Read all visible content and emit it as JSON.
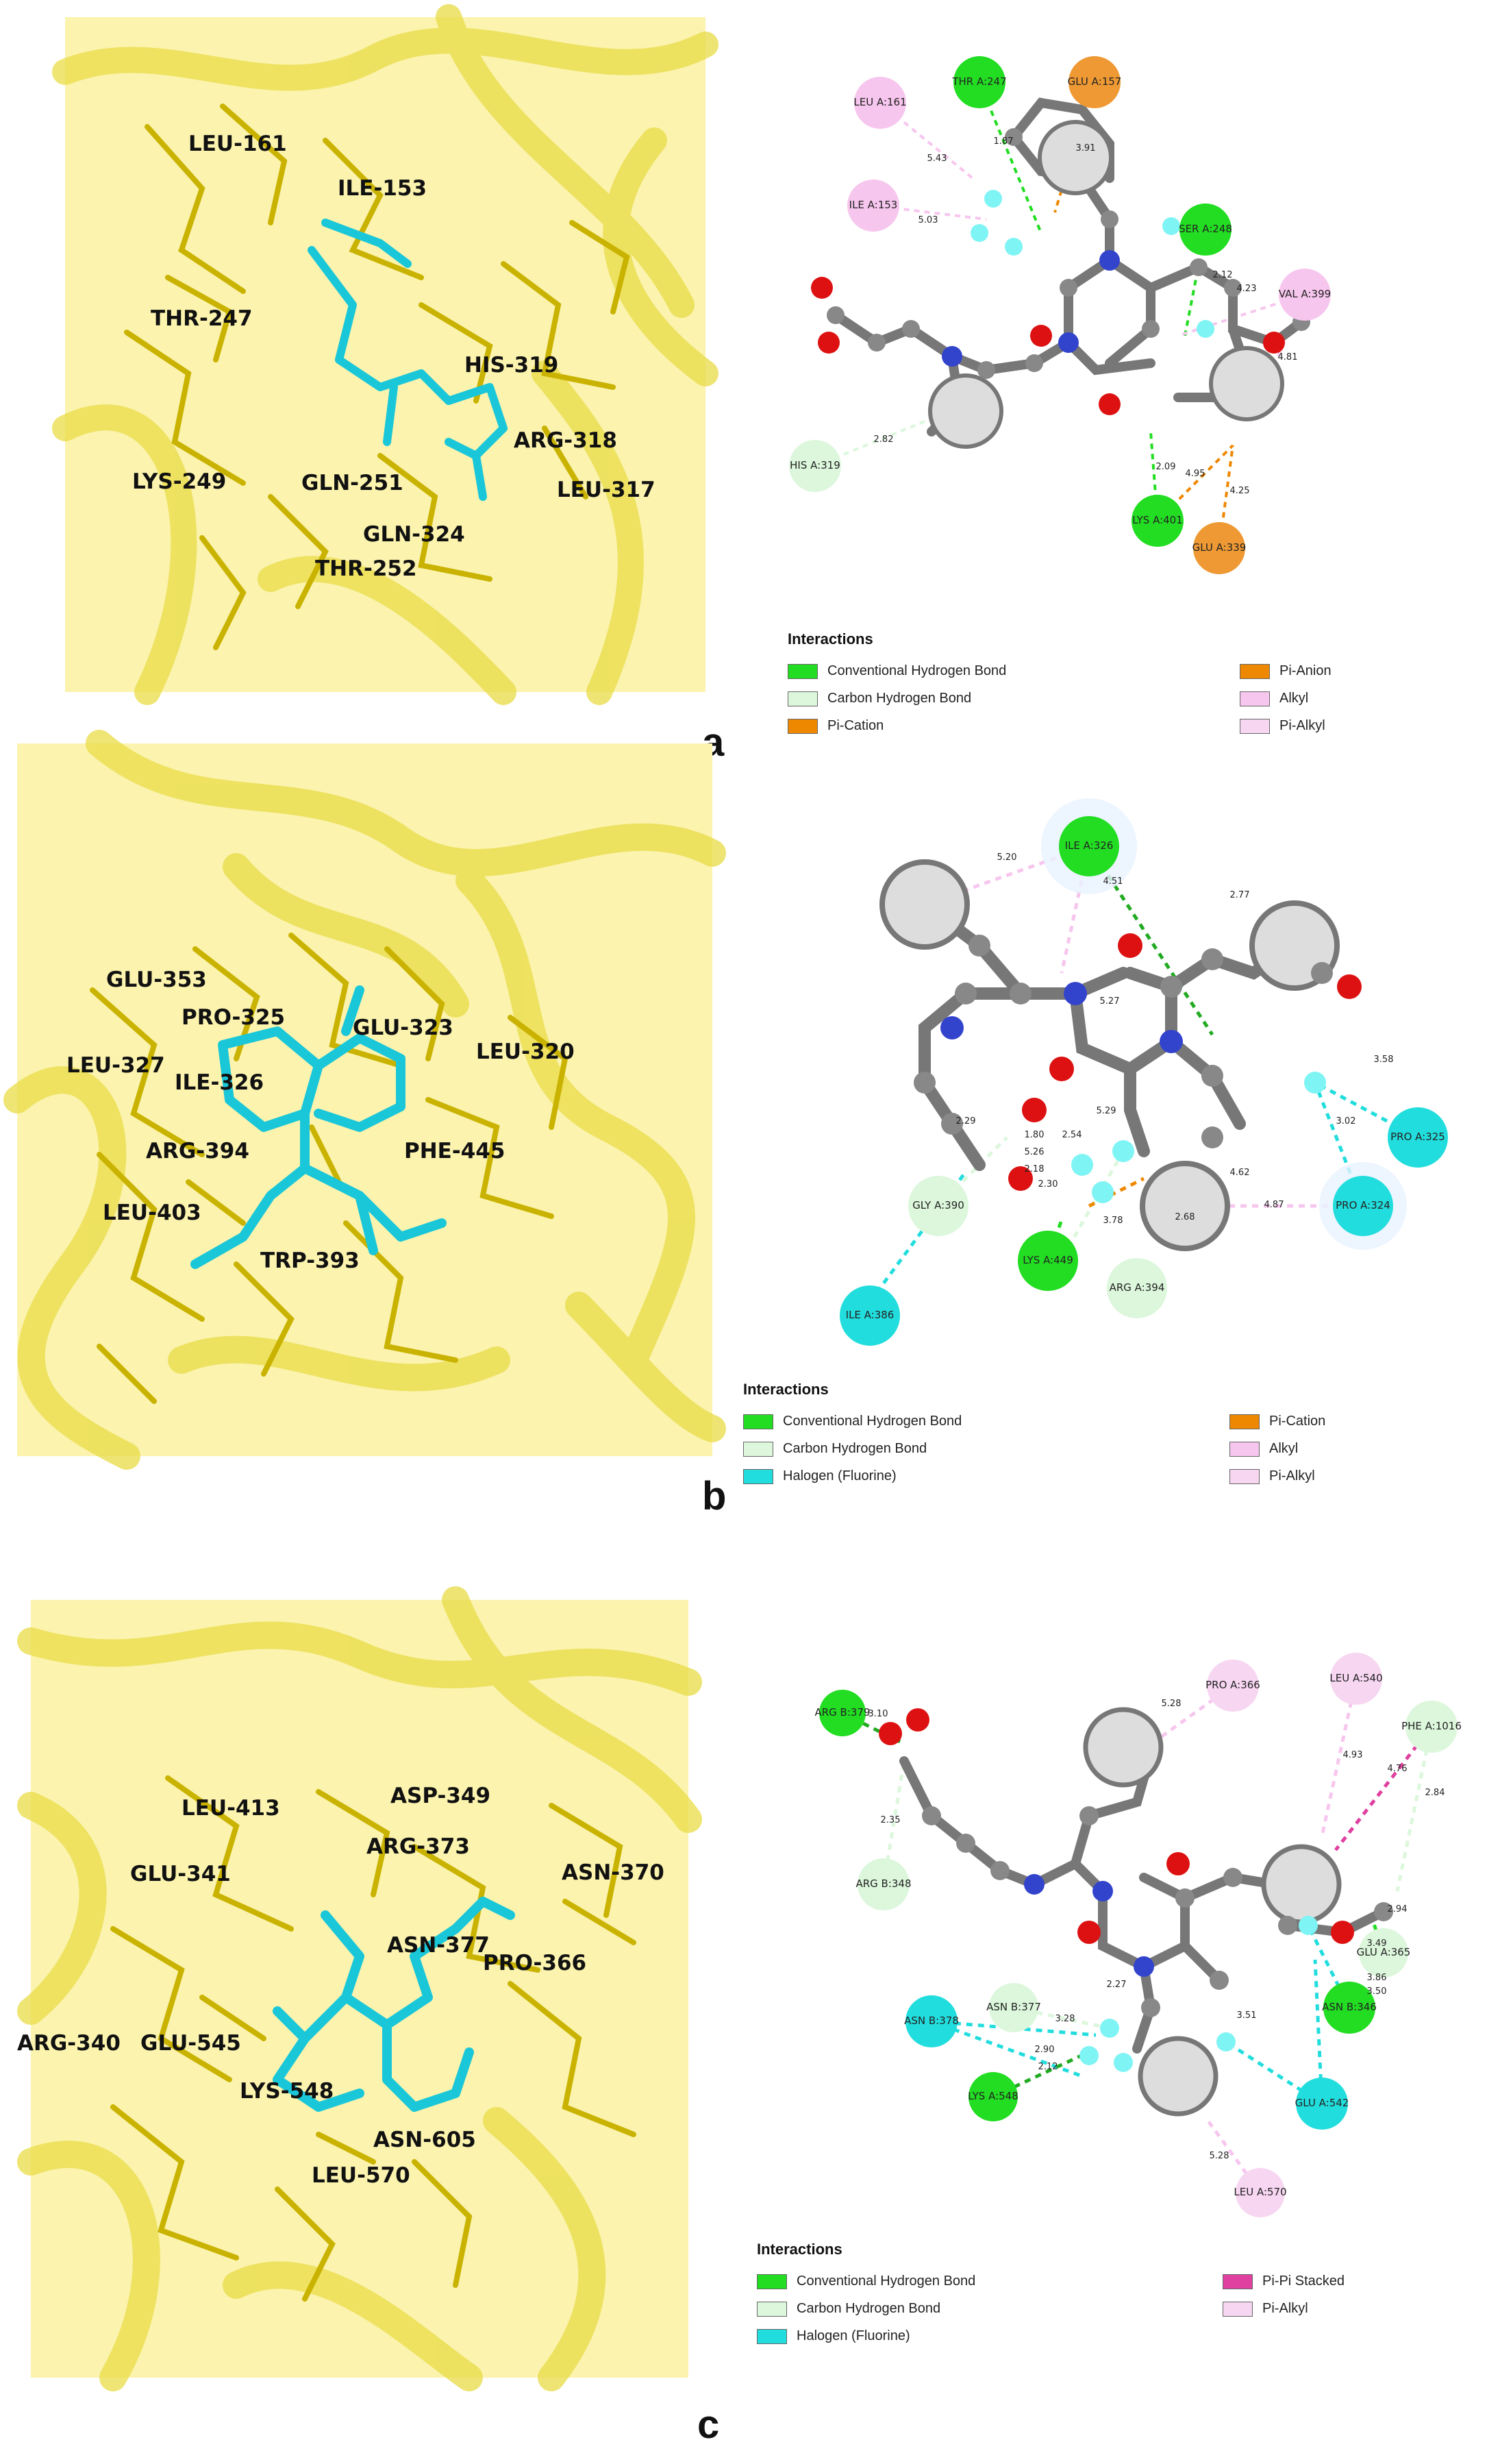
{
  "panels": {
    "a": {
      "letter": "a",
      "labels3d": [
        "LEU-161",
        "ILE-153",
        "THR-247",
        "HIS-319",
        "ARG-318",
        "LYS-249",
        "GLN-251",
        "LEU-317",
        "GLN-324",
        "THR-252"
      ],
      "residues": [
        "LEU A:161",
        "THR A:247",
        "GLU A:157",
        "ILE A:153",
        "SER A:248",
        "VAL A:399",
        "HIS A:319",
        "LYS A:401",
        "GLU A:339"
      ],
      "distances": [
        "5.43",
        "1.87",
        "3.91",
        "5.03",
        "2.12",
        "4.23",
        "4.81",
        "2.82",
        "2.09",
        "4.95",
        "4.25"
      ],
      "legend": {
        "title": "Interactions",
        "items": [
          "Conventional Hydrogen Bond",
          "Carbon Hydrogen Bond",
          "Pi-Cation",
          "Pi-Anion",
          "Alkyl",
          "Pi-Alkyl"
        ]
      }
    },
    "b": {
      "letter": "b",
      "labels3d": [
        "GLU-353",
        "PRO-325",
        "GLU-323",
        "LEU-327",
        "LEU-320",
        "ILE-326",
        "ARG-394",
        "PHE-445",
        "LEU-403",
        "TRP-393"
      ],
      "residues": [
        "ILE A:326",
        "PRO A:325",
        "GLY A:390",
        "LYS A:449",
        "PRO A:324",
        "ARG A:394",
        "ILE A:386"
      ],
      "distances": [
        "5.20",
        "4.51",
        "2.77",
        "5.27",
        "3.58",
        "3.02",
        "2.29",
        "1.80",
        "2.54",
        "5.26",
        "5.29",
        "2.18",
        "2.30",
        "3.78",
        "2.68",
        "4.62",
        "4.87"
      ],
      "legend": {
        "title": "Interactions",
        "items": [
          "Conventional Hydrogen Bond",
          "Carbon Hydrogen Bond",
          "Halogen (Fluorine)",
          "Pi-Cation",
          "Alkyl",
          "Pi-Alkyl"
        ]
      }
    },
    "c": {
      "letter": "c",
      "labels3d": [
        "ASP-349",
        "LEU-413",
        "ARG-373",
        "ASN-370",
        "GLU-341",
        "ASN-377",
        "PRO-366",
        "ARG-340",
        "GLU-545",
        "LYS-548",
        "ASN-605",
        "LEU-570"
      ],
      "residues": [
        "ARG B:379",
        "PRO A:366",
        "LEU A:540",
        "PHE A:1016",
        "ARG B:348",
        "GLU A:365",
        "ASN B:377",
        "ASN B:378",
        "ASN B:346",
        "LYS A:548",
        "GLU A:542",
        "LEU A:570"
      ],
      "distances": [
        "3.10",
        "5.28",
        "4.93",
        "4.76",
        "2.84",
        "2.35",
        "2.94",
        "3.28",
        "2.27",
        "3.49",
        "2.90",
        "3.86",
        "2.12",
        "3.51",
        "3.50",
        "5.28"
      ],
      "legend": {
        "title": "Interactions",
        "items": [
          "Conventional Hydrogen Bond",
          "Carbon Hydrogen Bond",
          "Halogen (Fluorine)",
          "Pi-Pi Stacked",
          "Pi-Alkyl"
        ]
      }
    }
  },
  "colors": {
    "conventional_hbond": "#22dd22",
    "carbon_hbond": "#dcf7dc",
    "pi_cation": "#ee8800",
    "pi_anion": "#ee8800",
    "alkyl": "#f7c6ee",
    "pi_alkyl": "#f7d6f2",
    "halogen": "#22dddd",
    "pi_pi_stacked": "#e040a0",
    "ligand_3d": "#18c8d8",
    "protein_3d": "#e8d830"
  }
}
